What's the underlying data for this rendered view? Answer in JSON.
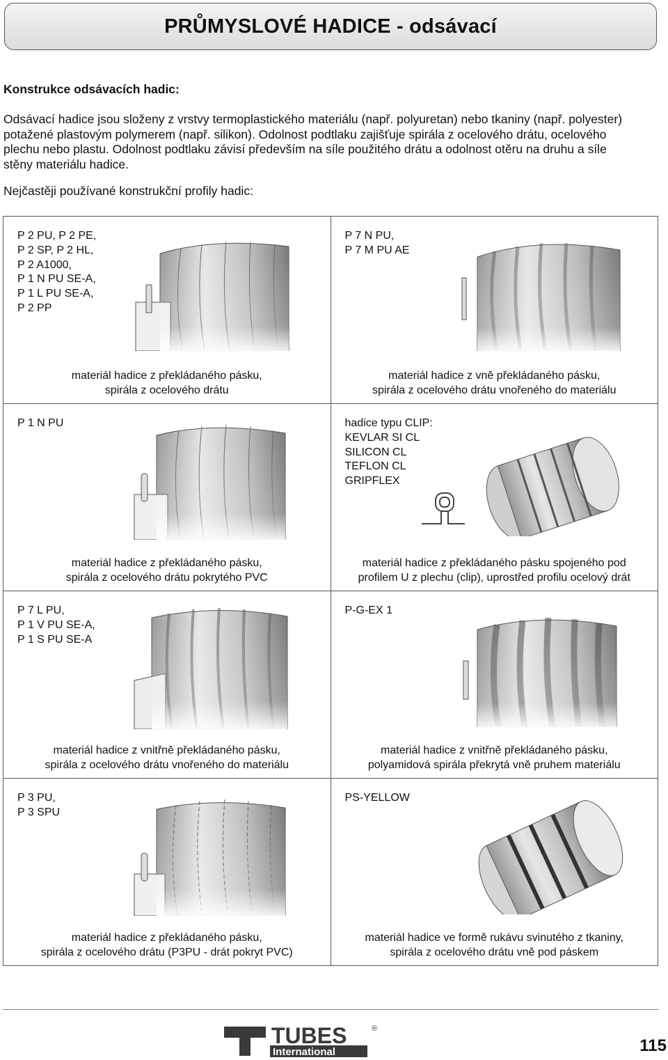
{
  "header": {
    "title": "PRŮMYSLOVÉ HADICE - odsávací"
  },
  "intro": {
    "heading": "Konstrukce odsávacích hadic:",
    "lines": [
      "Odsávací hadice jsou složeny z vrstvy termoplastického materiálu (např. polyuretan) nebo tkaniny (např. polyester)",
      "potažené plastovým polymerem (např. silikon). Odolnost podtlaku zajišťuje spirála z ocelového drátu, ocelového",
      "plechu nebo plastu. Odolnost podtlaku závisí především na síle použitého drátu a odolnost otěru na druhu a síle",
      "stěny materiálu hadice."
    ],
    "profiles_label": "Nejčastěji používané konstrukční profily hadic:"
  },
  "cells": [
    {
      "labels": [
        "P 2 PU, P 2 PE,",
        "P 2 SP, P 2 HL,",
        "P 2 A1000,",
        "P 1 N PU SE-A,",
        "P 1 L PU SE-A,",
        "P 2 PP"
      ],
      "caption": [
        "materiál hadice z překládaného pásku,",
        "spirála z ocelového drátu"
      ],
      "illustration": "hose-cutaway-taped"
    },
    {
      "labels": [
        "P 7 N PU,",
        "P 7 M PU AE"
      ],
      "caption": [
        "materiál hadice z vně překládaného pásku,",
        "spirála z ocelového drátu vnořeného do materiálu"
      ],
      "illustration": "hose-cutaway-ribbed"
    },
    {
      "labels": [
        "P 1 N PU"
      ],
      "caption": [
        "materiál hadice z překládaného pásku,",
        "spirála z ocelového drátu pokrytého PVC"
      ],
      "illustration": "hose-cutaway-pvc-wire"
    },
    {
      "labels": [
        "hadice typu CLIP:",
        "KEVLAR SI CL",
        "SILICON CL",
        "TEFLON CL",
        "GRIPFLEX"
      ],
      "caption": [
        "materiál hadice z překládaného pásku spojeného pod",
        "profilem U z plechu (clip), uprostřed profilu ocelový drát"
      ],
      "illustration": "clip-hose"
    },
    {
      "labels": [
        "P 7 L PU,",
        "P 1 V PU SE-A,",
        "P 1 S PU SE-A"
      ],
      "caption": [
        "materiál hadice z vnitřně překládaného pásku,",
        "spirála z ocelového drátu vnořeného do materiálu"
      ],
      "illustration": "hose-cutaway-inner"
    },
    {
      "labels": [
        "P-G-EX 1"
      ],
      "caption": [
        "materiál hadice z vnitřně překládaného pásku,",
        "polyamidová spirála překrytá vně pruhem materiálu"
      ],
      "illustration": "hose-cutaway-polyamide"
    },
    {
      "labels": [
        "P 3 PU,",
        "P 3 SPU"
      ],
      "caption": [
        "materiál hadice z překládaného pásku,",
        "spirála z ocelového drátu (P3PU - drát pokryt PVC)"
      ],
      "illustration": "hose-cutaway-p3"
    },
    {
      "labels": [
        "PS-YELLOW"
      ],
      "caption": [
        "materiál hadice ve formě rukávu svinutého z tkaniny,",
        "spirála z ocelového drátu vně pod páskem"
      ],
      "illustration": "sleeve-hose"
    }
  ],
  "footer": {
    "logo_text_1": "TUBES",
    "logo_text_2": "International",
    "page_number": "115"
  }
}
